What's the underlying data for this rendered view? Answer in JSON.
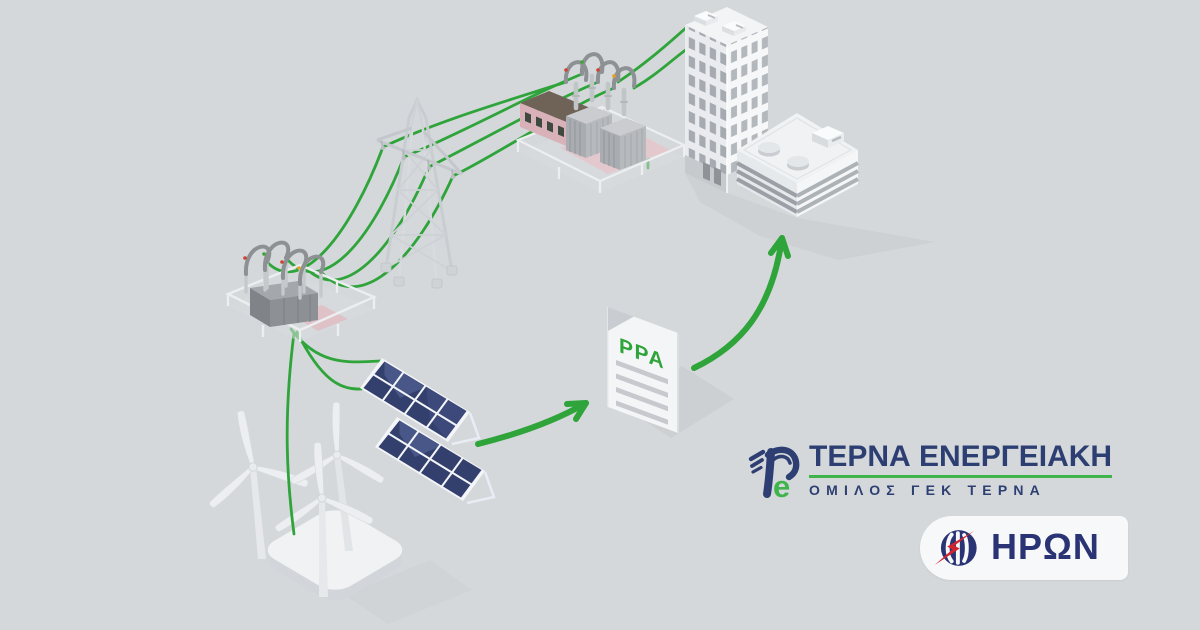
{
  "page": {
    "type": "energy-ppa-infographic",
    "background": "#d4d8da"
  },
  "colors": {
    "bg": "#d4d8da",
    "green": "#2fa43a",
    "logo-green": "#3fb44b",
    "navy": "#2d3f72",
    "heron-navy": "#2a3474",
    "red": "#d2222e",
    "panel-navy": "#33406d",
    "building-pink": "#d8b2b8"
  },
  "diagram": {
    "ppa_document": {
      "label": "PPA"
    },
    "elements": [
      "wind-turbines",
      "solar-panels",
      "step-up-substation",
      "transmission-tower",
      "transformer-station",
      "office-buildings",
      "ppa-document",
      "flow-arrows",
      "power-lines"
    ]
  },
  "logos": {
    "terna": {
      "title": "ΤΕΡΝΑ ΕΝΕΡΓΕΙΑΚΗ",
      "subtitle": "ΟΜΙΛΟΣ ΓΕΚ ΤΕΡΝΑ"
    },
    "heron": {
      "wordmark": "ΗΡΩΝ"
    }
  }
}
